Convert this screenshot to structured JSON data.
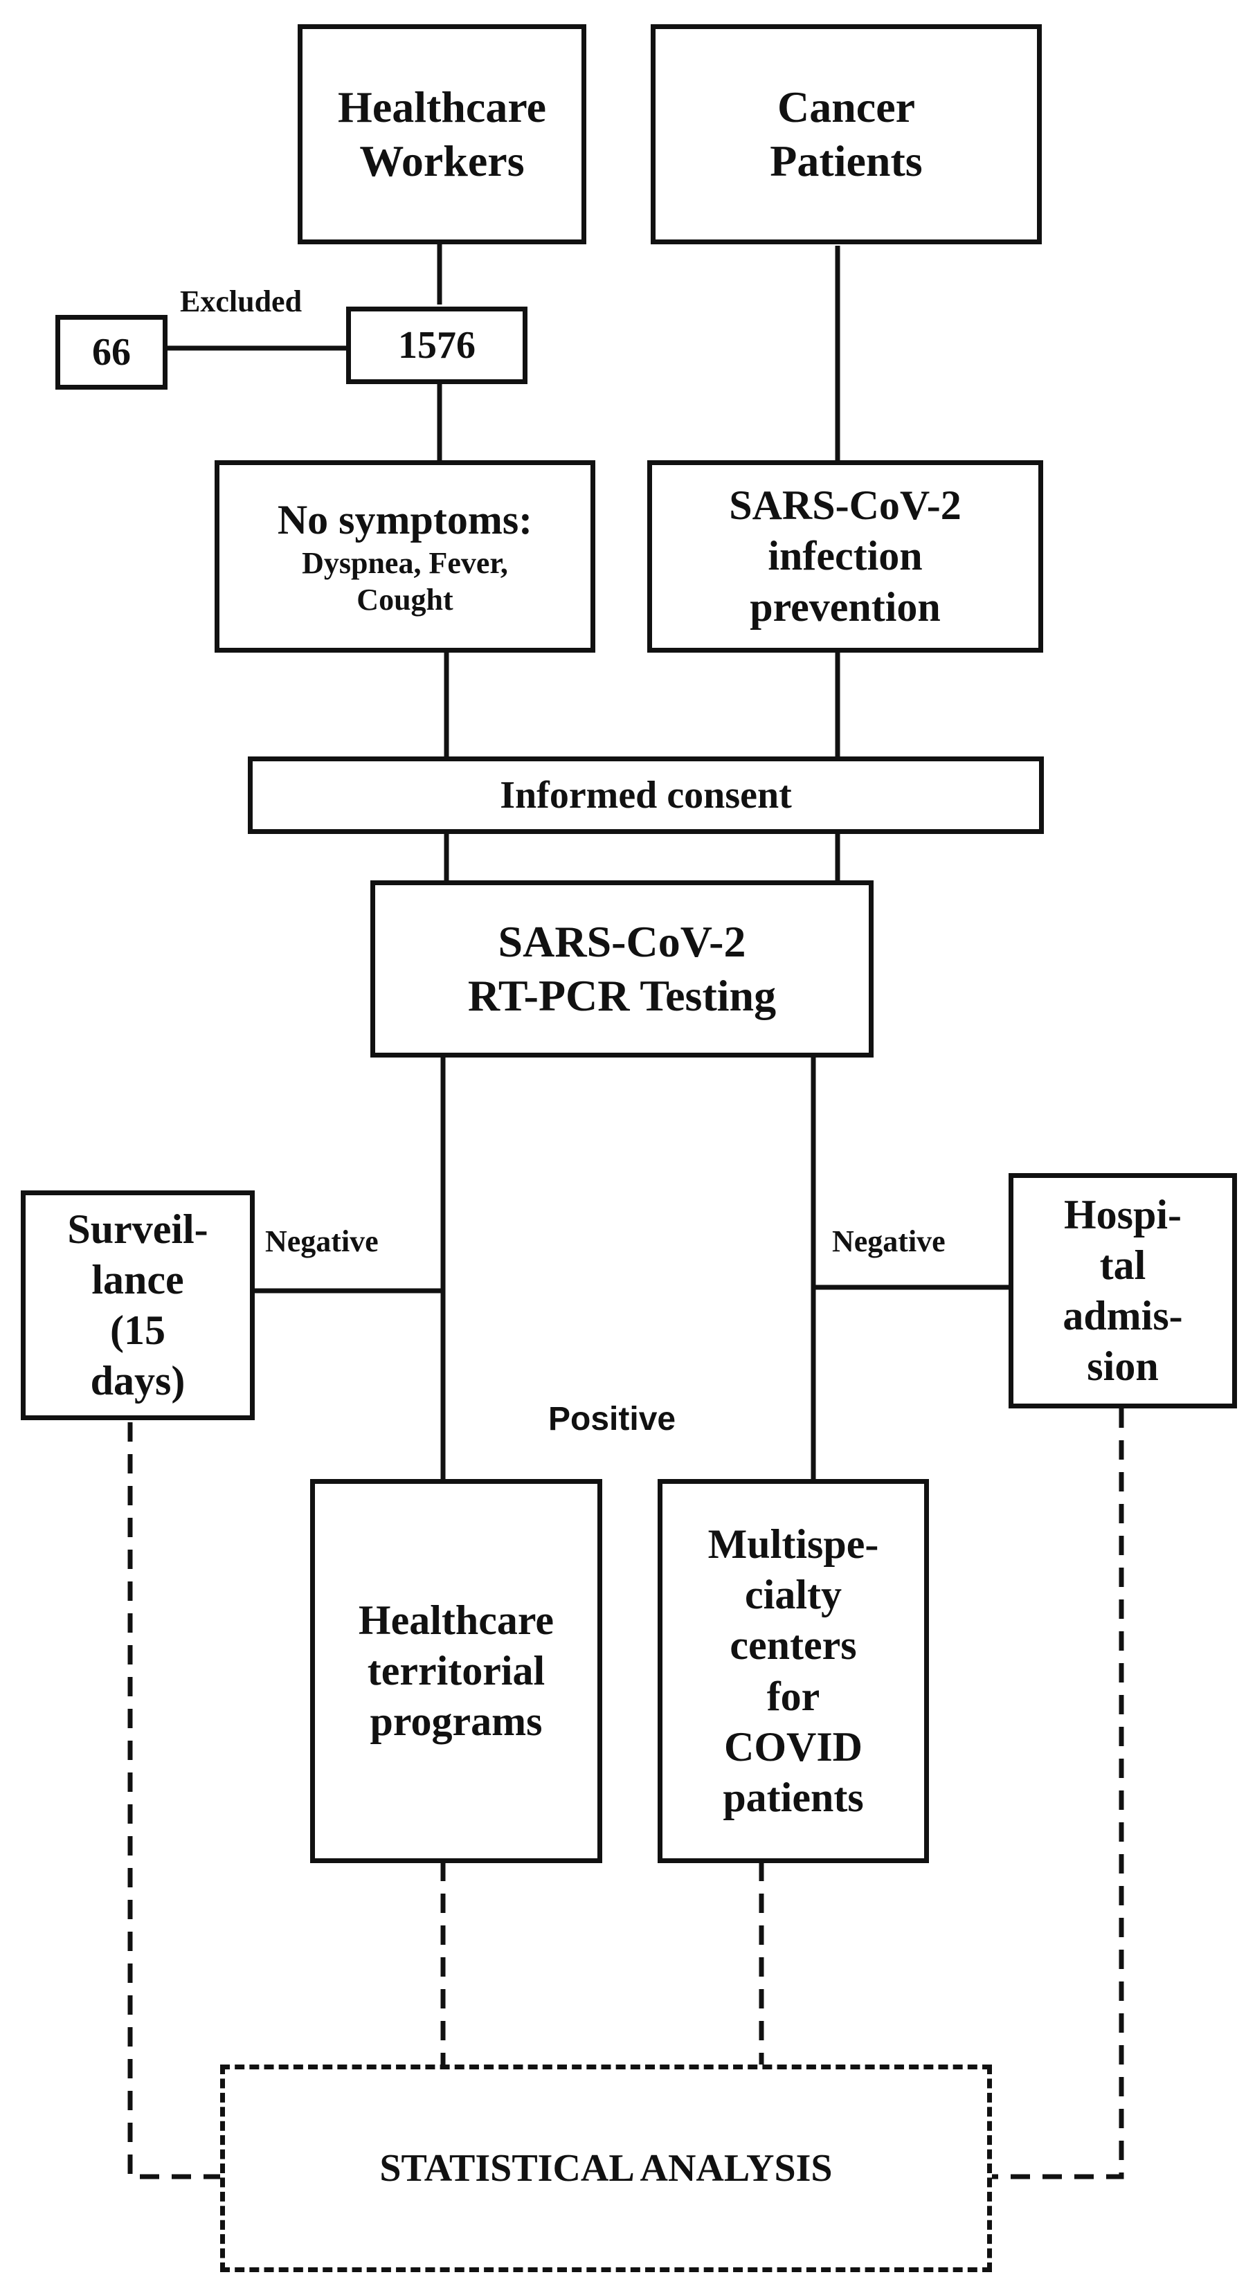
{
  "diagram": {
    "healthcare_workers": "Healthcare\nWorkers",
    "cancer_patients": "Cancer\nPatients",
    "excluded_label": "Excluded",
    "excluded_count": "66",
    "included_count": "1576",
    "no_symptoms_title": "No symptoms:",
    "no_symptoms_detail": "Dyspnea, Fever,\nCought",
    "infection_prevention": "SARS-CoV-2\ninfection\nprevention",
    "informed_consent": "Informed consent",
    "rt_pcr": "SARS-CoV-2\nRT-PCR Testing",
    "negative_left": "Negative",
    "negative_right": "Negative",
    "positive": "Positive",
    "surveillance": "Surveil-\nlance\n(15\ndays)",
    "hospital_admission": "Hospi-\ntal\nadmis-\nsion",
    "territorial_programs": "Healthcare\nterritorial\nprograms",
    "multispecialty": "Multispe-\ncialty\ncenters\nfor\nCOVID\npatients",
    "statistical_analysis": "STATISTICAL ANALYSIS"
  }
}
